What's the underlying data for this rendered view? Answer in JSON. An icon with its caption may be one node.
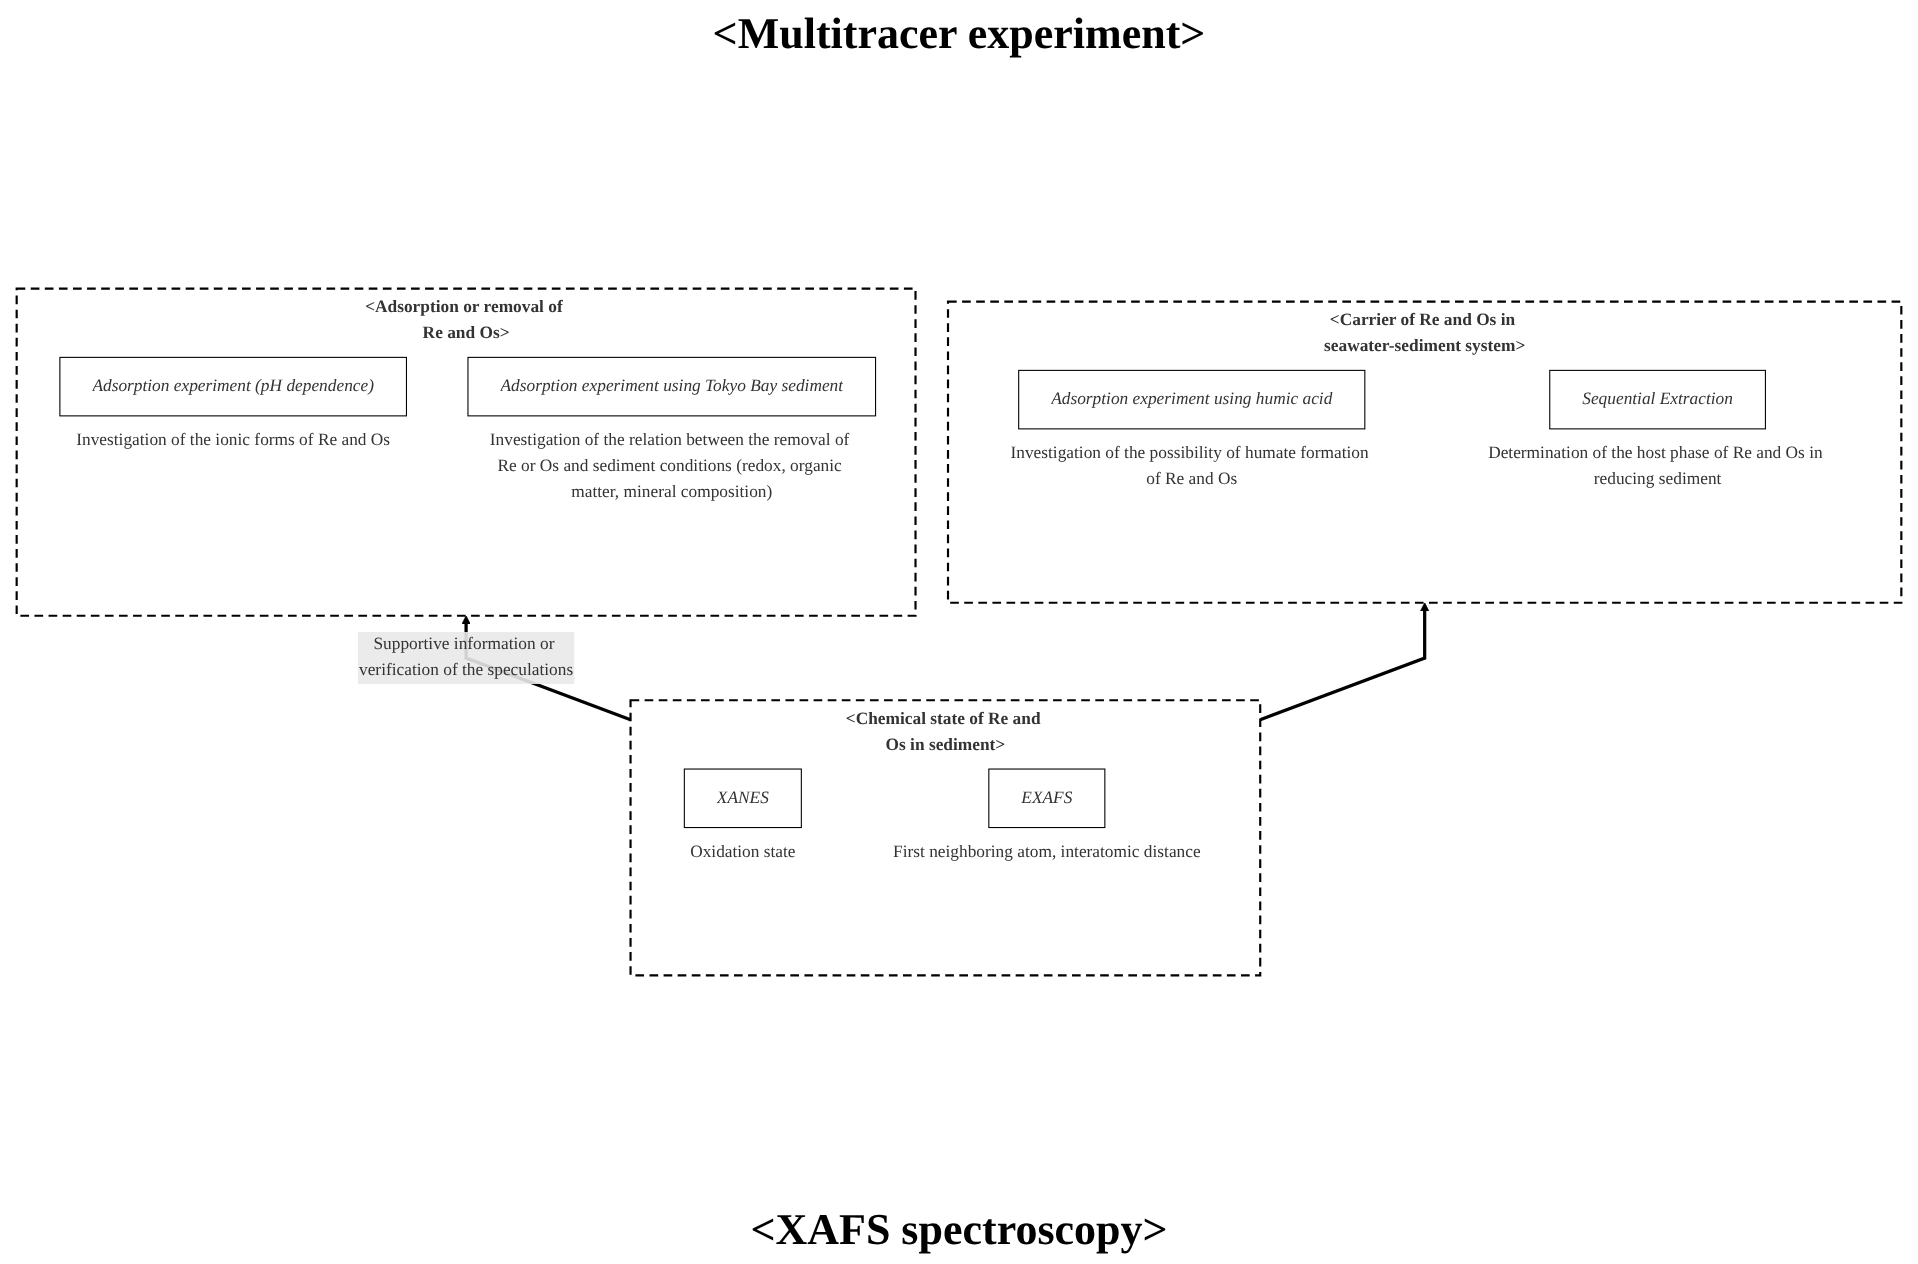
{
  "diagram": {
    "nodes": [
      {
        "text": [
          "<Adsorption or removal of Re and Os>"
        ]
      },
      {
        "text": [
          "Adsorption experiment (pH dependence)"
        ],
        "in": 0,
        "beside": [
          "Investigation of the ionic forms of Re and Os"
        ]
      },
      {
        "text": [
          "Adsorption experiment using Tokyo Bay sediment"
        ],
        "in": 0,
        "beside": [
          "Investigation of the relation between the removal of Re or Os and sediment conditions (redox, organic matter, mineral composition)"
        ]
      },
      {
        "text": [
          "<Carrier of Re and Os in seawater-sediment system>"
        ]
      },
      {
        "text": [
          "Adsorption experiment using humic acid"
        ],
        "in": 3,
        "beside": [
          "Investigation of the possibility of humate formation of Re and Os"
        ]
      },
      {
        "text": [
          "Sequential Extraction"
        ],
        "in": 3,
        "beside": [
          "Determination of the host phase of Re and Os in reducing sediment"
        ]
      },
      {
        "text": [
          "<Chemical state of Re and Os in sediment>"
        ]
      },
      {
        "text": [
          "XANES"
        ],
        "in": 6,
        "beside": [
          "Oxidation state"
        ]
      },
      {
        "text": [
          "EXAFS"
        ],
        "in": 6,
        "beside": [
          "First neighboring atom, interatomic distance"
        ]
      }
    ],
    "edges": [
      {
        "from": 6,
        "to": 0,
        "arrow": "to",
        "label": "Supportive information or verification of the speculations"
      },
      {
        "from": 6,
        "to": 3,
        "arrow": "to"
      }
    ],
    "labels": [
      "<Multitracer experiment>",
      "<XAFS spectroscopy>"
    ]
  }
}
